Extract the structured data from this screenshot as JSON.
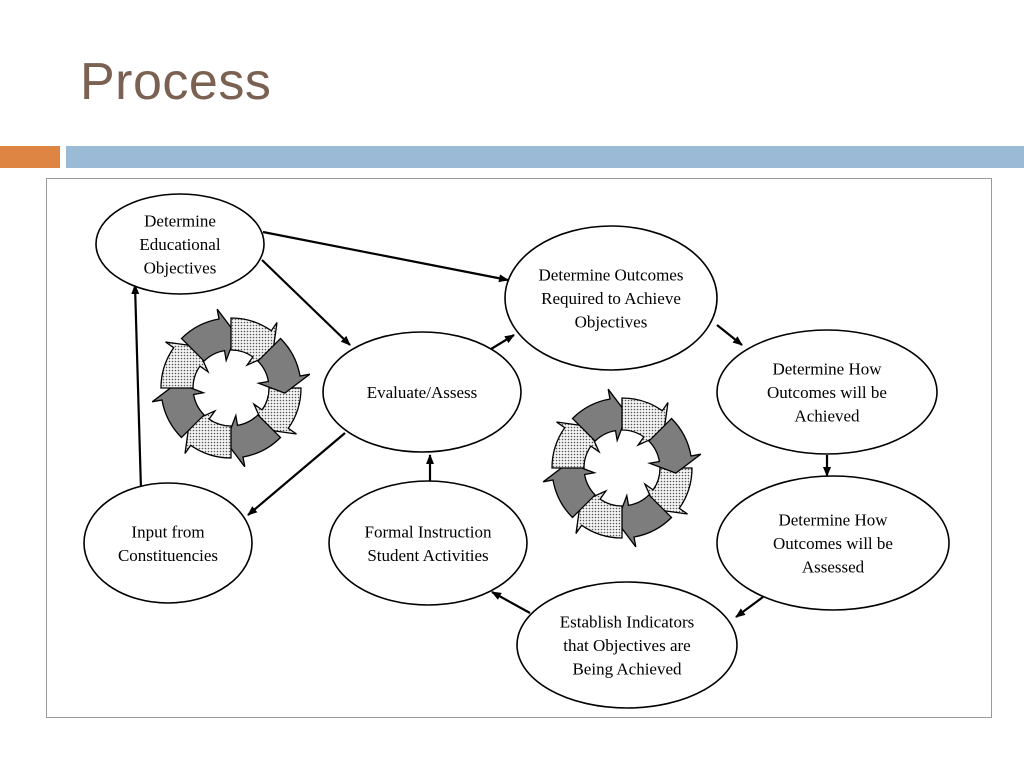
{
  "slide": {
    "title": "Process"
  },
  "diagram": {
    "nodes": [
      {
        "id": "objectives",
        "lines": [
          "Determine",
          "Educational",
          "Objectives"
        ]
      },
      {
        "id": "outcomes_required",
        "lines": [
          "Determine Outcomes",
          "Required to Achieve",
          "Objectives"
        ]
      },
      {
        "id": "evaluate",
        "lines": [
          "Evaluate/Assess"
        ]
      },
      {
        "id": "how_achieved",
        "lines": [
          "Determine How",
          "Outcomes will be",
          "Achieved"
        ]
      },
      {
        "id": "how_assessed",
        "lines": [
          "Determine How",
          "Outcomes will be",
          "Assessed"
        ]
      },
      {
        "id": "indicators",
        "lines": [
          "Establish Indicators",
          "that Objectives are",
          "Being Achieved"
        ]
      },
      {
        "id": "instruction",
        "lines": [
          "Formal Instruction",
          "Student Activities"
        ]
      },
      {
        "id": "constituencies",
        "lines": [
          "Input from",
          "Constituencies"
        ]
      }
    ],
    "edges": [
      {
        "from": "objectives",
        "to": "outcomes_required"
      },
      {
        "from": "objectives",
        "to": "evaluate"
      },
      {
        "from": "outcomes_required",
        "to": "how_achieved"
      },
      {
        "from": "how_achieved",
        "to": "how_assessed"
      },
      {
        "from": "how_assessed",
        "to": "indicators"
      },
      {
        "from": "indicators",
        "to": "instruction"
      },
      {
        "from": "instruction",
        "to": "evaluate"
      },
      {
        "from": "evaluate",
        "to": "outcomes_required"
      },
      {
        "from": "evaluate",
        "to": "constituencies"
      },
      {
        "from": "constituencies",
        "to": "objectives"
      }
    ],
    "cycle_icons": [
      "left-cycle",
      "right-cycle"
    ]
  }
}
